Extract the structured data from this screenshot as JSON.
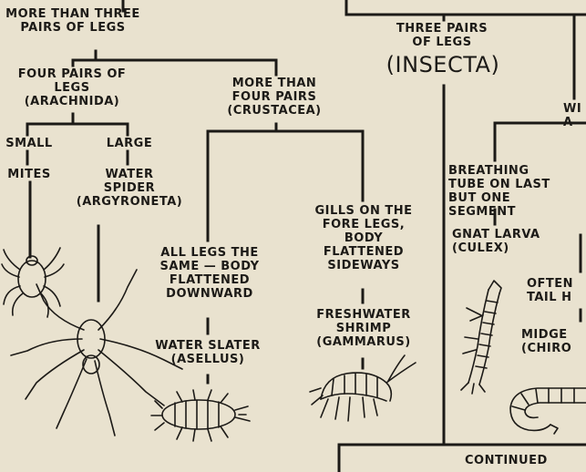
{
  "labels": {
    "more_than_three": "MORE THAN THREE\nPAIRS OF LEGS",
    "three_pairs": "THREE PAIRS\nOF LEGS",
    "insecta": "(INSECTA)",
    "wi_partial": "WI\nA",
    "four_pairs": "FOUR PAIRS OF\nLEGS\n(ARACHNIDA)",
    "more_than_four": "MORE THAN\nFOUR PAIRS\n(CRUSTACEA)",
    "small": "SMALL",
    "large": "LARGE",
    "mites": "MITES",
    "water_spider": "WATER\nSPIDER\n(ARGYRONETA)",
    "breathing_tube": "BREATHING\nTUBE ON LAST\nBUT ONE\nSEGMENT",
    "gnat_larva": "GNAT LARVA\n(CULEX)",
    "often_partial": "OFTEN\nTAIL H",
    "midge_partial": "MIDGE\n(CHIRO",
    "all_legs": "ALL LEGS THE\nSAME — BODY\nFLATTENED\nDOWNWARD",
    "gills": "GILLS ON THE\nFORE LEGS,\nBODY\nFLATTENED\nSIDEWAYS",
    "water_slater": "WATER SLATER\n(ASELLUS)",
    "shrimp": "FRESHWATER\nSHRIMP\n(GAMMARUS)",
    "continued": "CONTINUED"
  },
  "illustrations": [
    {
      "name": "mite-drawing",
      "subject": "mite"
    },
    {
      "name": "water-spider-drawing",
      "subject": "water spider"
    },
    {
      "name": "water-slater-drawing",
      "subject": "water slater"
    },
    {
      "name": "shrimp-drawing",
      "subject": "freshwater shrimp"
    },
    {
      "name": "gnat-larva-drawing",
      "subject": "gnat larva"
    },
    {
      "name": "midge-larva-drawing",
      "subject": "midge larva"
    }
  ],
  "colors": {
    "paper": "#e9e2cf",
    "ink": "#1c1a17"
  }
}
